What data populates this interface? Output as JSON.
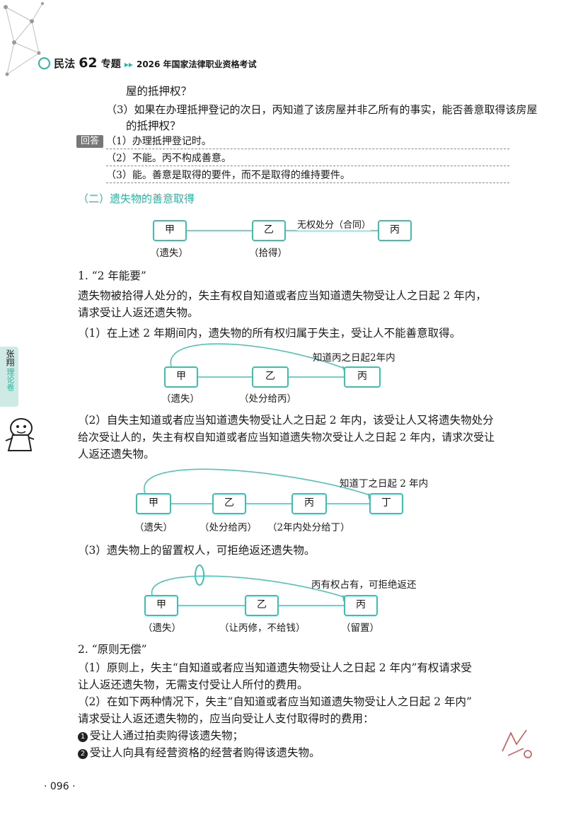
{
  "header": {
    "series": "民法",
    "number": "62",
    "suffix": "专题",
    "arrows": "▸▸",
    "subtitle": "2026 年国家法律职业资格考试"
  },
  "side_tab": {
    "name": "张翔",
    "brand": "理论卷"
  },
  "question": {
    "q2_tail": "屋的抵押权？",
    "q3_line1": "（3）如果在办理抵押登记的次日，丙知道了该房屋并非乙所有的事实，能否善意取得该房屋",
    "q3_line2": "的抵押权？"
  },
  "answer": {
    "tag": "回答",
    "a1": "（1）办理抵押登记时。",
    "a2": "（2）不能。丙不构成善意。",
    "a3": "（3）能。善意是取得的要件，而不是取得的维持要件。"
  },
  "section": {
    "title": "（二）遗失物的善意取得"
  },
  "diagram1": {
    "box_jia": "甲",
    "box_yi": "乙",
    "box_bing": "丙",
    "edge_label": "无权处分（合同）",
    "label_jia": "（遗失）",
    "label_yi": "（拾得）"
  },
  "p1": {
    "heading": "1. “2 年能要”",
    "line1": "遗失物被拾得人处分的，失主有权自知道或者应当知道遗失物受让人之日起 2 年内，",
    "line2": "请求受让人返还遗失物。",
    "item1": "（1）在上述 2 年期间内，遗失物的所有权归属于失主，受让人不能善意取得。"
  },
  "diagram2": {
    "box_jia": "甲",
    "box_yi": "乙",
    "box_bing": "丙",
    "arc_label": "知道丙之日起2年内",
    "label_jia": "（遗失）",
    "label_yi": "（处分给丙）"
  },
  "p2": {
    "line1": "（2）自失主知道或者应当知道遗失物受让人之日起 2 年内，该受让人又将遗失物处分",
    "line2": "给次受让人的，失主有权自知道或者应当知道遗失物次受让人之日起 2 年内，请求次受让",
    "line3": "人返还遗失物。"
  },
  "diagram3": {
    "box_jia": "甲",
    "box_yi": "乙",
    "box_bing": "丙",
    "box_ding": "丁",
    "arc_label": "知道丁之日起 2 年内",
    "label_jia": "（遗失）",
    "label_yi": "（处分给丙）",
    "label_bing": "（2年内处分给丁）"
  },
  "p3": {
    "item3": "（3）遗失物上的留置权人，可拒绝返还遗失物。"
  },
  "diagram4": {
    "box_jia": "甲",
    "box_yi": "乙",
    "box_bing": "丙",
    "arc_label": "丙有权占有，可拒绝返还",
    "label_jia": "（遗失）",
    "label_yi": "（让丙修，不给钱）",
    "label_bing": "（留置）"
  },
  "p4": {
    "heading": "2. “原则无偿”",
    "item1_line1": "（1）原则上，失主“自知道或者应当知道遗失物受让人之日起 2 年内”有权请求受",
    "item1_line2": "让人返还遗失物，无需支付受让人所付的费用。",
    "item2_line1": "（2）在如下两种情况下，失主“自知道或者应当知道遗失物受让人之日起 2 年内”",
    "item2_line2": "请求受让人返还遗失物的，应当向受让人支付取得时的费用：",
    "bullet1_num": "1",
    "bullet1": "受让人通过拍卖购得该遗失物；",
    "bullet2_num": "2",
    "bullet2": "受让人向具有经营资格的经营者购得该遗失物。"
  },
  "footer": {
    "page_number": "· 096 ·"
  },
  "colors": {
    "accent": "#2bb3a3",
    "box_border": "#3cc1b0",
    "line": "#45c2b2"
  }
}
